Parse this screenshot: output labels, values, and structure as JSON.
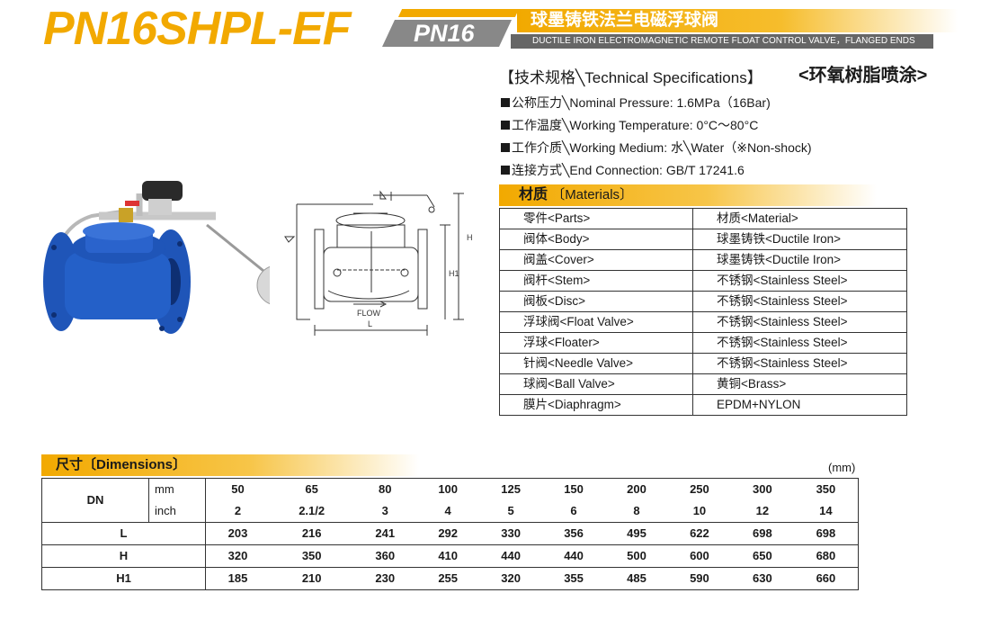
{
  "header": {
    "model": "PN16SHPL-EF",
    "pressure_badge": "PN16",
    "title_cn": "球墨铸铁法兰电磁浮球阀",
    "title_en": "DUCTILE IRON ELECTROMAGNETIC REMOTE FLOAT CONTROL VALVE，FLANGED ENDS"
  },
  "specs": {
    "heading": "【技术规格╲Technical Specifications】",
    "coating": "<环氧树脂喷涂>",
    "items": [
      "公称压力╲Nominal Pressure: 1.6MPa（16Bar)",
      "工作温度╲Working Temperature: 0°C～80°C",
      "工作介质╲Working Medium: 水╲Water（※Non-shock)",
      "连接方式╲End Connection: GB/T 17241.6"
    ]
  },
  "materials": {
    "title_cn": "材质",
    "title_en": "〔Materials〕",
    "header": [
      "零件<Parts>",
      "材质<Material>"
    ],
    "rows": [
      [
        "阀体<Body>",
        "球墨铸铁<Ductile Iron>"
      ],
      [
        "阀盖<Cover>",
        "球墨铸铁<Ductile Iron>"
      ],
      [
        "阀杆<Stem>",
        "不锈钢<Stainless Steel>"
      ],
      [
        "阀板<Disc>",
        "不锈钢<Stainless Steel>"
      ],
      [
        "浮球阀<Float Valve>",
        "不锈钢<Stainless Steel>"
      ],
      [
        "浮球<Floater>",
        "不锈钢<Stainless Steel>"
      ],
      [
        "针阀<Needle Valve>",
        "不锈钢<Stainless Steel>"
      ],
      [
        "球阀<Ball Valve>",
        "黄铜<Brass>"
      ],
      [
        "膜片<Diaphragm>",
        "EPDM+NYLON"
      ]
    ]
  },
  "diagram": {
    "flow_label": "FLOW",
    "dim_L": "L",
    "dim_H": "H",
    "dim_H1": "H1"
  },
  "dimensions": {
    "title": "尺寸〔Dimensions〕",
    "unit": "(mm)",
    "dn_label": "DN",
    "mm_label": "mm",
    "inch_label": "inch",
    "mm": [
      "50",
      "65",
      "80",
      "100",
      "125",
      "150",
      "200",
      "250",
      "300",
      "350"
    ],
    "inch": [
      "2",
      "2.1/2",
      "3",
      "4",
      "5",
      "6",
      "8",
      "10",
      "12",
      "14"
    ],
    "rows": [
      {
        "label": "L",
        "values": [
          "203",
          "216",
          "241",
          "292",
          "330",
          "356",
          "495",
          "622",
          "698",
          "698"
        ]
      },
      {
        "label": "H",
        "values": [
          "320",
          "350",
          "360",
          "410",
          "440",
          "440",
          "500",
          "600",
          "650",
          "680"
        ]
      },
      {
        "label": "H1",
        "values": [
          "185",
          "210",
          "230",
          "255",
          "320",
          "355",
          "485",
          "590",
          "630",
          "660"
        ]
      }
    ]
  },
  "colors": {
    "accent": "#f2a900",
    "badge_grey": "#888888",
    "valve_blue": "#1f55b8"
  }
}
